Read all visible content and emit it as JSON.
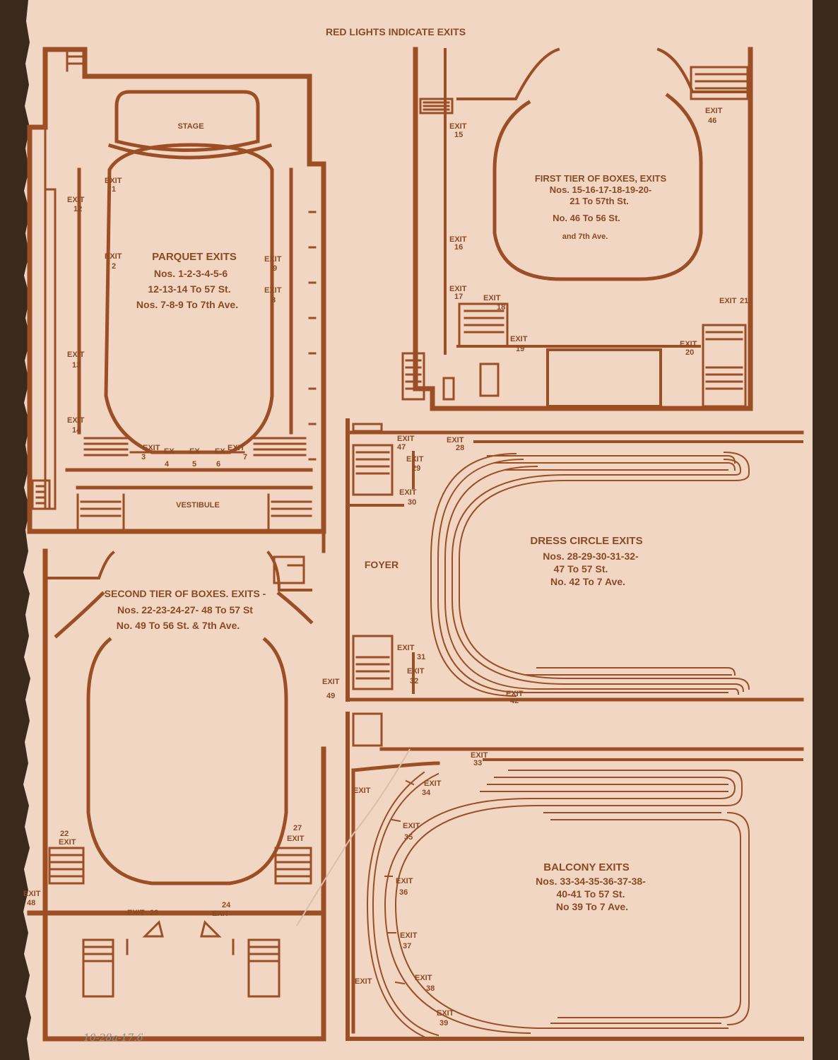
{
  "header": {
    "title": "RED LIGHTS INDICATE EXITS"
  },
  "colors": {
    "paper": "#f2d6c4",
    "ink": "#9c4f24",
    "backdrop": "#3a2a1e"
  },
  "plans": {
    "parquet": {
      "stage": "STAGE",
      "vestibule": "VESTIBULE",
      "title": "PARQUET EXITS",
      "line1": "Nos. 1-2-3-4-5-6",
      "line2": "12-13-14 To 57 St.",
      "line3": "Nos. 7-8-9 To 7th Ave.",
      "exits": [
        {
          "word": "EXIT",
          "num": "1"
        },
        {
          "word": "EXIT",
          "num": "12"
        },
        {
          "word": "EXIT",
          "num": "2"
        },
        {
          "word": "EXIT",
          "num": "9"
        },
        {
          "word": "EXIT",
          "num": "8"
        },
        {
          "word": "EXIT",
          "num": "13"
        },
        {
          "word": "EXIT",
          "num": "14"
        },
        {
          "word": "EXIT",
          "num": "3"
        },
        {
          "word": "EX",
          "num": "4"
        },
        {
          "word": "EX",
          "num": "5"
        },
        {
          "word": "EX",
          "num": "6"
        },
        {
          "word": "EXIT",
          "num": "7"
        }
      ]
    },
    "first_tier": {
      "title": "FIRST TIER OF BOXES, EXITS",
      "line1": "Nos. 15-16-17-18-19-20-",
      "line2": "21 To 57th St.",
      "line3": "No. 46 To 56 St.",
      "line4": "and 7th Ave.",
      "exits": [
        {
          "word": "EXIT",
          "num": "15"
        },
        {
          "word": "EXIT",
          "num": "16"
        },
        {
          "word": "EXIT",
          "num": "17"
        },
        {
          "word": "EXIT",
          "num": "18"
        },
        {
          "word": "EXIT",
          "num": "19"
        },
        {
          "word": "EXIT",
          "num": "20"
        },
        {
          "word": "EXIT",
          "num": "21"
        },
        {
          "word": "EXIT",
          "num": "46"
        }
      ]
    },
    "second_tier": {
      "title": "SECOND TIER OF BOXES. EXITS -",
      "line1": "Nos. 22-23-24-27- 48 To 57 St",
      "line2": "No. 49 To 56 St. & 7th Ave.",
      "exits": [
        {
          "word": "EXIT",
          "num": "22"
        },
        {
          "word": "EXIT",
          "num": "27"
        },
        {
          "word": "EXIT",
          "num": "48"
        },
        {
          "word": "EXIT",
          "num": "23"
        },
        {
          "word": "EXIT",
          "num": "24"
        },
        {
          "word": "EXIT",
          "num": "49"
        }
      ]
    },
    "dress_circle": {
      "foyer": "FOYER",
      "title": "DRESS CIRCLE EXITS",
      "line1": "Nos. 28-29-30-31-32-",
      "line2": "47 To 57 St.",
      "line3": "No. 42 To 7 Ave.",
      "exits": [
        {
          "word": "EXIT",
          "num": "47"
        },
        {
          "word": "EXIT",
          "num": "28"
        },
        {
          "word": "EXIT",
          "num": "29"
        },
        {
          "word": "EXIT",
          "num": "30"
        },
        {
          "word": "EXIT",
          "num": "31"
        },
        {
          "word": "EXIT",
          "num": "32"
        },
        {
          "word": "EXIT",
          "num": "42"
        }
      ]
    },
    "balcony": {
      "title": "BALCONY EXITS",
      "line1": "Nos. 33-34-35-36-37-38-",
      "line2": "40-41 To 57 St.",
      "line3": "No 39 To 7 Ave.",
      "exits": [
        {
          "word": "EXIT",
          "num": "33"
        },
        {
          "word": "EXIT",
          "num": "34"
        },
        {
          "word": "EXIT",
          "num": "35"
        },
        {
          "word": "EXIT",
          "num": "36"
        },
        {
          "word": "EXIT",
          "num": "37"
        },
        {
          "word": "EXIT",
          "num": "38"
        },
        {
          "word": "EXIT",
          "num": "39"
        },
        {
          "word": "EXIT",
          "num": ""
        },
        {
          "word": "EXIT",
          "num": ""
        }
      ]
    }
  },
  "annotation": {
    "handwritten": "10-28a-17.6"
  }
}
